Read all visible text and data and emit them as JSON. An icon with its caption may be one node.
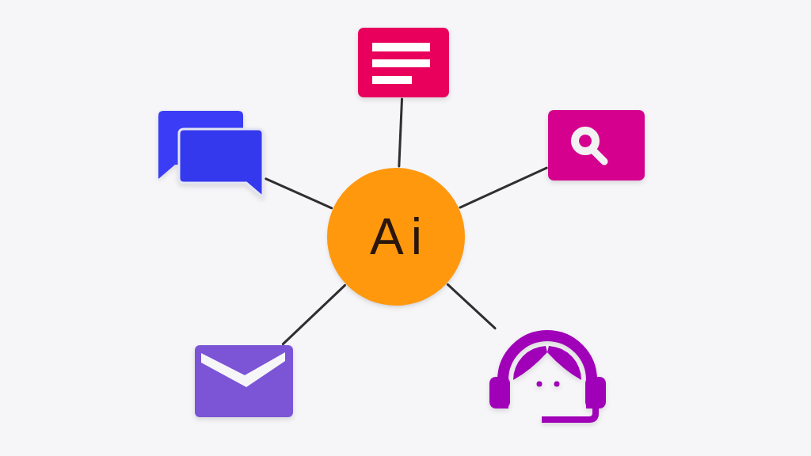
{
  "diagram": {
    "nodes": [
      {
        "text": [],
        "shape": "picture"
      },
      {
        "text": [],
        "shape": "bubble"
      },
      {
        "text": [],
        "shape": "picture"
      },
      {
        "text": [
          "Ai"
        ]
      },
      {
        "text": [],
        "shape": "picture"
      },
      {
        "text": [],
        "shape": "picture"
      }
    ],
    "edges": [
      {
        "from": 3,
        "to": 0,
        "arrow": "none"
      },
      {
        "from": 3,
        "to": 1,
        "arrow": "none"
      },
      {
        "from": 3,
        "to": 2,
        "arrow": "none"
      },
      {
        "from": 3,
        "to": 4,
        "arrow": "none"
      },
      {
        "from": 3,
        "to": 5,
        "arrow": "none"
      }
    ]
  }
}
